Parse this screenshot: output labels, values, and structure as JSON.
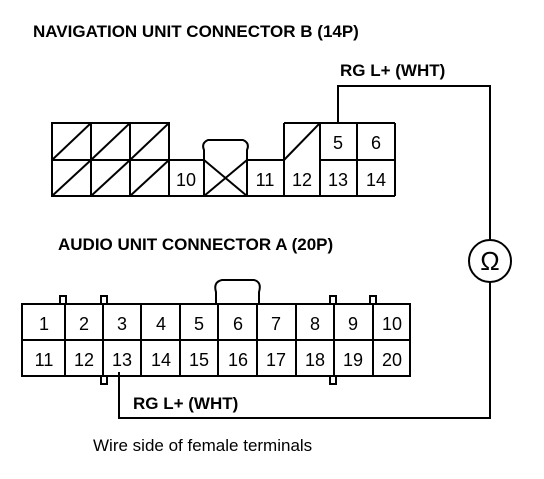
{
  "connector_b": {
    "title": "NAVIGATION UNIT CONNECTOR B (14P)",
    "pins": [
      "5",
      "6",
      "10",
      "11",
      "12",
      "13",
      "14"
    ]
  },
  "connector_a": {
    "title": "AUDIO UNIT CONNECTOR A (20P)",
    "pins_top": [
      "1",
      "2",
      "3",
      "4",
      "5",
      "6",
      "7",
      "8",
      "9",
      "10"
    ],
    "pins_bottom": [
      "11",
      "12",
      "13",
      "14",
      "15",
      "16",
      "17",
      "18",
      "19",
      "20"
    ]
  },
  "wire_label_b": "RG L+ (WHT)",
  "wire_label_a": "RG L+ (WHT)",
  "ohmmeter_symbol": "Ω",
  "caption": "Wire side of female terminals"
}
